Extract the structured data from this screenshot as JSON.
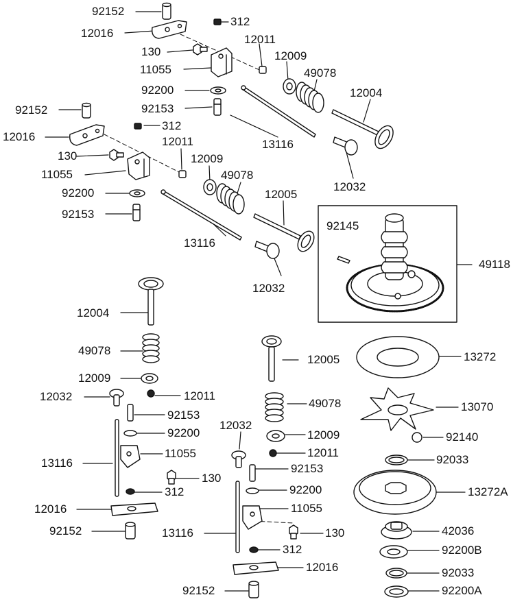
{
  "labels": {
    "l00": "92152",
    "l01": "12016",
    "l02": "312",
    "l03": "12011",
    "l04": "130",
    "l05": "12009",
    "l06": "11055",
    "l07": "49078",
    "l08": "92200",
    "l09": "12004",
    "l10": "92153",
    "l11": "92152",
    "l12": "312",
    "l13": "12016",
    "l14": "13116",
    "l15": "12011",
    "l16": "130",
    "l17": "12009",
    "l18": "11055",
    "l19": "49078",
    "l20": "12032",
    "l21": "92200",
    "l22": "12005",
    "l23": "92153",
    "l24": "92145",
    "l25": "13116",
    "l26": "49118",
    "l27": "12032",
    "l28": "12004",
    "l29": "12005",
    "l30": "13272",
    "l31": "49078",
    "l32": "12009",
    "l33": "12011",
    "l34": "49078",
    "l35": "13070",
    "l36": "12032",
    "l37": "92153",
    "l38": "12032",
    "l39": "12009",
    "l40": "92140",
    "l41": "92200",
    "l42": "12011",
    "l43": "13116",
    "l44": "11055",
    "l45": "92033",
    "l46": "130",
    "l47": "92153",
    "l48": "312",
    "l49": "92200",
    "l50": "13272A",
    "l51": "12016",
    "l52": "11055",
    "l53": "42036",
    "l54": "92152",
    "l55": "13116",
    "l56": "130",
    "l57": "92200B",
    "l58": "312",
    "l59": "12016",
    "l60": "92033",
    "l61": "92152",
    "l62": "92200A"
  }
}
